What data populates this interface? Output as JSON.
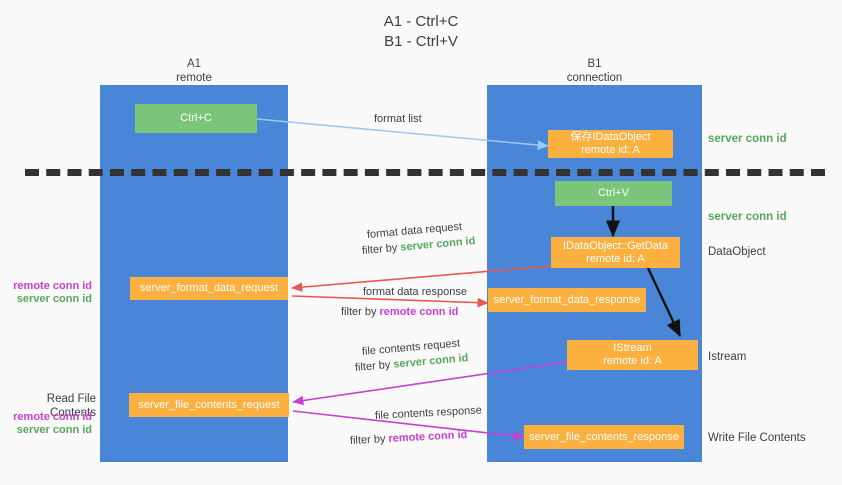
{
  "title": "A1 - Ctrl+C\nB1 - Ctrl+V",
  "colors": {
    "lane": "#4a86d8",
    "node_green": "#7bc67b",
    "node_orange": "#fbb040",
    "server_conn_id": "#57a85a",
    "remote_conn_id": "#c840d0",
    "divider": "#333333",
    "background": "#fafafa"
  },
  "columns": [
    {
      "id": "a1",
      "title": "A1\nremote"
    },
    {
      "id": "b1",
      "title": "B1\nconnection"
    }
  ],
  "nodes": {
    "ctrl_c": "Ctrl+C",
    "ctrl_v": "Ctrl+V",
    "idataobject": "保存IDataObject\nremote id: A",
    "getdata": "IDataObject::GetData\nremote id: A",
    "istream": "IStream\nremote id: A",
    "server_format_data_request": "server_format_data_request",
    "server_format_data_response": "server_format_data_response",
    "server_file_contents_request": "server_file_contents_request",
    "server_file_contents_response": "server_file_contents_response"
  },
  "right_labels": {
    "server_conn_id_top": "server conn id",
    "server_conn_id_mid": "server conn id",
    "dataobject": "DataObject",
    "istream": "Istream",
    "write_file_contents": "Write File Contents"
  },
  "left_labels": {
    "format_remote": "remote conn id",
    "format_server": "server conn id",
    "read_file_contents": "Read File Contents",
    "file_remote": "remote conn id",
    "file_server": "server conn id"
  },
  "edges": [
    {
      "id": "format-list",
      "text": "format list"
    },
    {
      "id": "format-data-request",
      "text": "format data request"
    },
    {
      "id": "format-data-request-filter",
      "prefix": "filter by ",
      "token": "server conn id",
      "token_color": "green"
    },
    {
      "id": "format-data-response",
      "text": "format data response"
    },
    {
      "id": "format-data-response-filter",
      "prefix": "filter by ",
      "token": "remote conn id",
      "token_color": "purple"
    },
    {
      "id": "file-contents-request",
      "text": "file contents request"
    },
    {
      "id": "file-contents-request-filter",
      "prefix": "filter by ",
      "token": "server conn id",
      "token_color": "green"
    },
    {
      "id": "file-contents-response",
      "text": "file contents response"
    },
    {
      "id": "file-contents-response-filter",
      "prefix": "filter by ",
      "token": "remote conn id",
      "token_color": "purple"
    }
  ]
}
